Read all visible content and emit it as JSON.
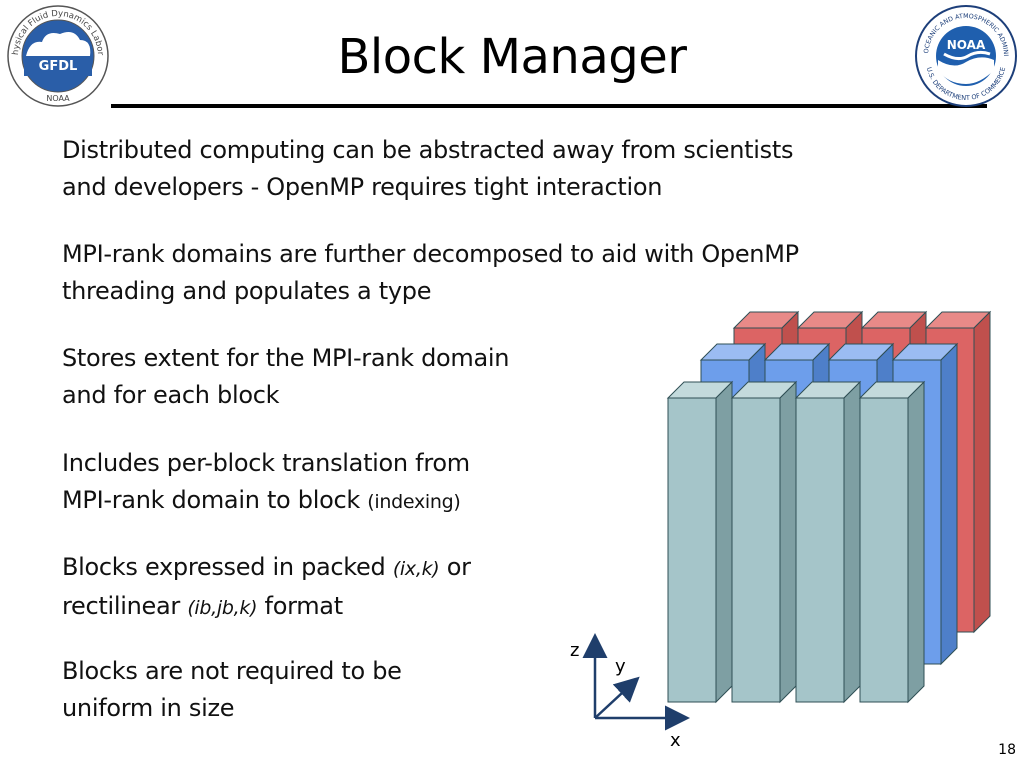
{
  "slide": {
    "title": "Block Manager",
    "page_number": "18"
  },
  "logos": {
    "gfdl": {
      "text": "GFDL",
      "ring_text": "Geophysical Fluid Dynamics Laboratory",
      "bottom_text": "NOAA"
    },
    "noaa": {
      "text": "NOAA",
      "ring_text": "NATIONAL OCEANIC AND ATMOSPHERIC ADMINISTRATION",
      "bottom_text": "U.S. DEPARTMENT OF COMMERCE"
    }
  },
  "bullets": {
    "p1": {
      "line1": "Distributed computing can be abstracted away from scientists",
      "line2": "and developers - OpenMP requires tight interaction"
    },
    "p2": {
      "line1": "MPI-rank domains are further decomposed to aid with OpenMP",
      "line2": "threading and populates a type"
    },
    "p3": {
      "line1": "Stores extent for the MPI-rank domain",
      "line2": "and for each block"
    },
    "p4": {
      "line1": "Includes per-block translation from",
      "line2_text": "MPI-rank domain to block",
      "line2_small": "(indexing)"
    },
    "p5": {
      "line1_text": "Blocks expressed in packed",
      "line1_italic": "(ix,k)",
      "line1_tail": "or",
      "line2_text": "rectilinear",
      "line2_italic": "(ib,jb,k)",
      "line2_tail": "format"
    },
    "p6": {
      "line1": "Blocks are not required to be",
      "line2": "uniform in size"
    }
  },
  "figure": {
    "axis_labels": {
      "x": "x",
      "y": "y",
      "z": "z"
    },
    "row_colors": {
      "back": {
        "front": "#dc6464",
        "side": "#c0504d",
        "top": "#e88a88"
      },
      "middle": {
        "front": "#6d9eeb",
        "side": "#4e7fc9",
        "top": "#9bbcf2"
      },
      "front": {
        "front": "#a5c5c9",
        "side": "#7e9fa3",
        "top": "#c3dadc"
      }
    },
    "stroke_color": "#2f4f55"
  }
}
